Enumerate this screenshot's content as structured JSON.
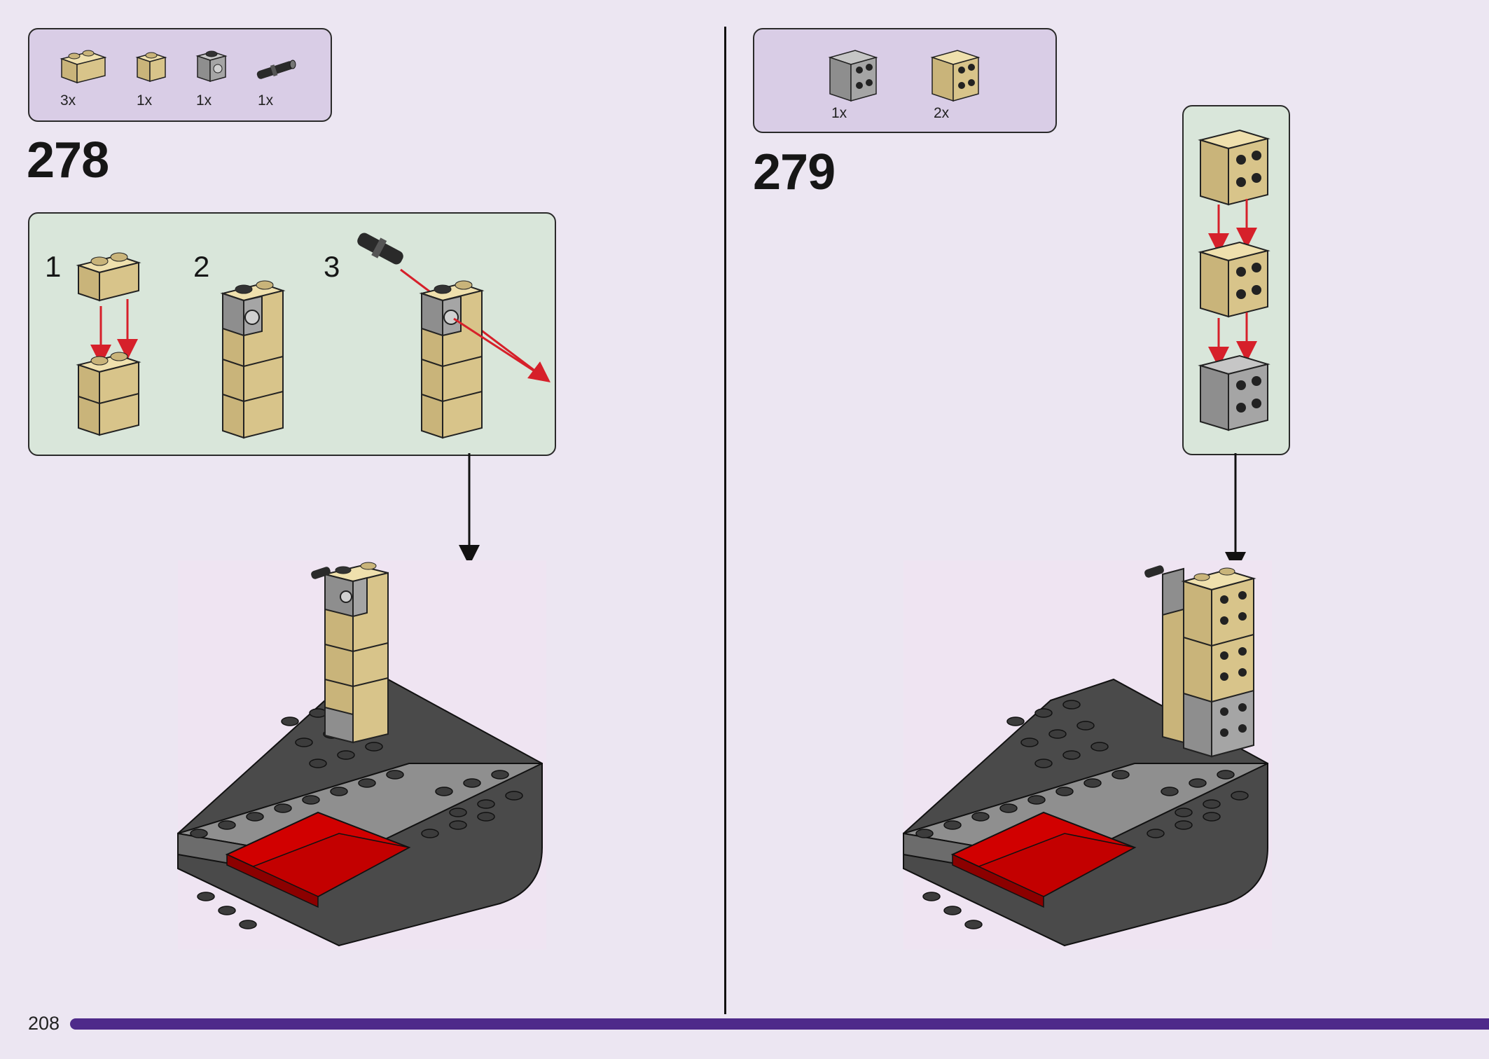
{
  "page": {
    "number": "208"
  },
  "colors": {
    "background": "#ece6f2",
    "parts_box": "#d9cde6",
    "sub_box": "#d9e6da",
    "tan": "#d8c48a",
    "grey": "#a5a5a5",
    "dark_grey": "#555555",
    "red": "#d10000",
    "arrow_red": "#d6202a",
    "bar": "#4e2a8a"
  },
  "step278": {
    "number": "278",
    "parts": [
      {
        "name": "tan-brick-1x2",
        "qty": "3x"
      },
      {
        "name": "tan-brick-1x1",
        "qty": "1x"
      },
      {
        "name": "grey-technic-brick-1x1",
        "qty": "1x"
      },
      {
        "name": "black-technic-pin",
        "qty": "1x"
      }
    ],
    "substeps": [
      "1",
      "2",
      "3"
    ]
  },
  "step279": {
    "number": "279",
    "parts": [
      {
        "name": "grey-brick-2x2",
        "qty": "1x"
      },
      {
        "name": "tan-brick-2x2",
        "qty": "2x"
      }
    ]
  }
}
